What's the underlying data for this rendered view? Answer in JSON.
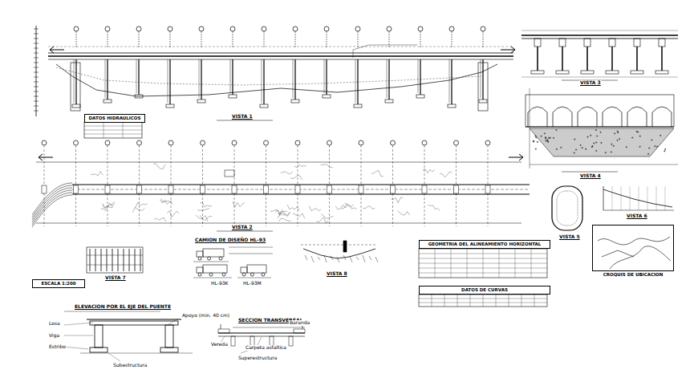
{
  "diagram": {
    "nodes": [
      {
        "text": [
          "DATOS HIDRAULICOS"
        ]
      },
      {
        "text": [
          "GEOMETRIA DEL ALINEAMIENTO HORIZONTAL"
        ]
      },
      {
        "text": [
          "DATOS DE CURVAS"
        ]
      },
      {
        "text": [
          "CROQUIS DE UBICACION"
        ]
      },
      {
        "text": [
          "ESCALA 1:200"
        ]
      }
    ],
    "labels": [
      "VISTA 1",
      "VISTA 2",
      "VISTA 3",
      "VISTA 4",
      "VISTA 5",
      "VISTA 6",
      "VISTA 7",
      "VISTA 8",
      "ELEVACION POR EL EJE DEL PUENTE",
      "SECCION TRANSVERSAL",
      "Superestructura",
      "Subestructura",
      "Apoyo (min. 40 cm)",
      "Losa",
      "Viga",
      "Estribo",
      "Vereda",
      "Baranda",
      "Carpeta asfaltica",
      "CAMION DE DISEÑO HL-93",
      "HL-93K",
      "HL-93M"
    ]
  }
}
